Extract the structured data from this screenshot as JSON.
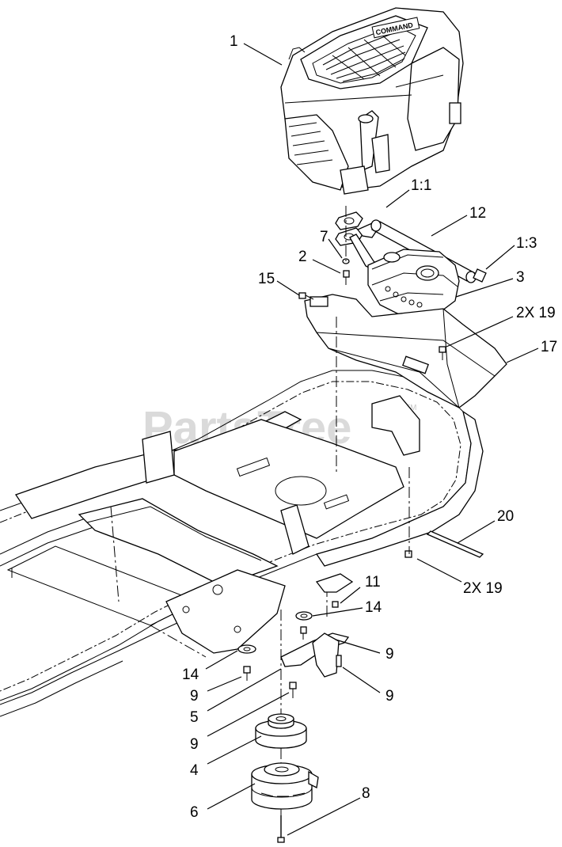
{
  "watermark": {
    "text": "PartsTree",
    "trademark": "TM"
  },
  "engine": {
    "brand_label": "COMMAND"
  },
  "callouts": {
    "c1": "1",
    "c1_1": "1:1",
    "c12": "12",
    "c1_3": "1:3",
    "c7": "7",
    "c2": "2",
    "c3": "3",
    "c15": "15",
    "c2x19_top": "2X 19",
    "c17": "17",
    "c20": "20",
    "c2x19_bottom": "2X 19",
    "c11": "11",
    "c14_right": "14",
    "c9_a": "9",
    "c14_left": "14",
    "c9_b": "9",
    "c9_c": "9",
    "c5": "5",
    "c9_d": "9",
    "c4": "4",
    "c8": "8",
    "c6": "6"
  }
}
